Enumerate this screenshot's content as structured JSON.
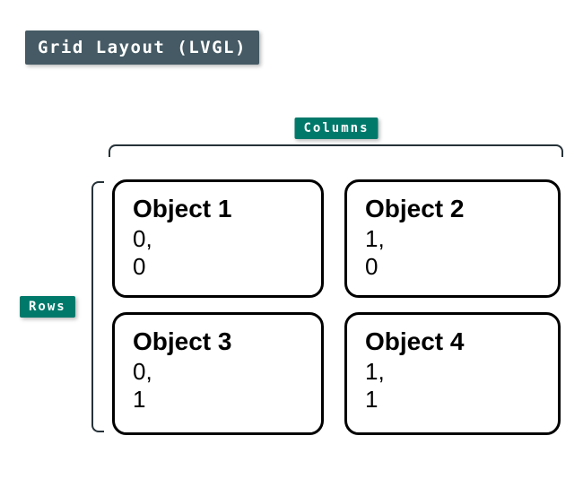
{
  "title": {
    "label": "Grid Layout (LVGL)"
  },
  "labels": {
    "columns": "Columns",
    "rows": "Rows"
  },
  "colors": {
    "title_badge_bg": "#455A64",
    "axis_badge_bg": "#00796B",
    "badge_text": "#FFFFFF",
    "cell_border": "#000000",
    "bracket": "#263238",
    "background": "#FFFFFF"
  },
  "grid": {
    "cells": [
      {
        "name": "Object 1",
        "line1": "0,",
        "line2": "0"
      },
      {
        "name": "Object 2",
        "line1": "1,",
        "line2": "0"
      },
      {
        "name": "Object 3",
        "line1": "0,",
        "line2": "1"
      },
      {
        "name": "Object 4",
        "line1": "1,",
        "line2": "1"
      }
    ]
  }
}
